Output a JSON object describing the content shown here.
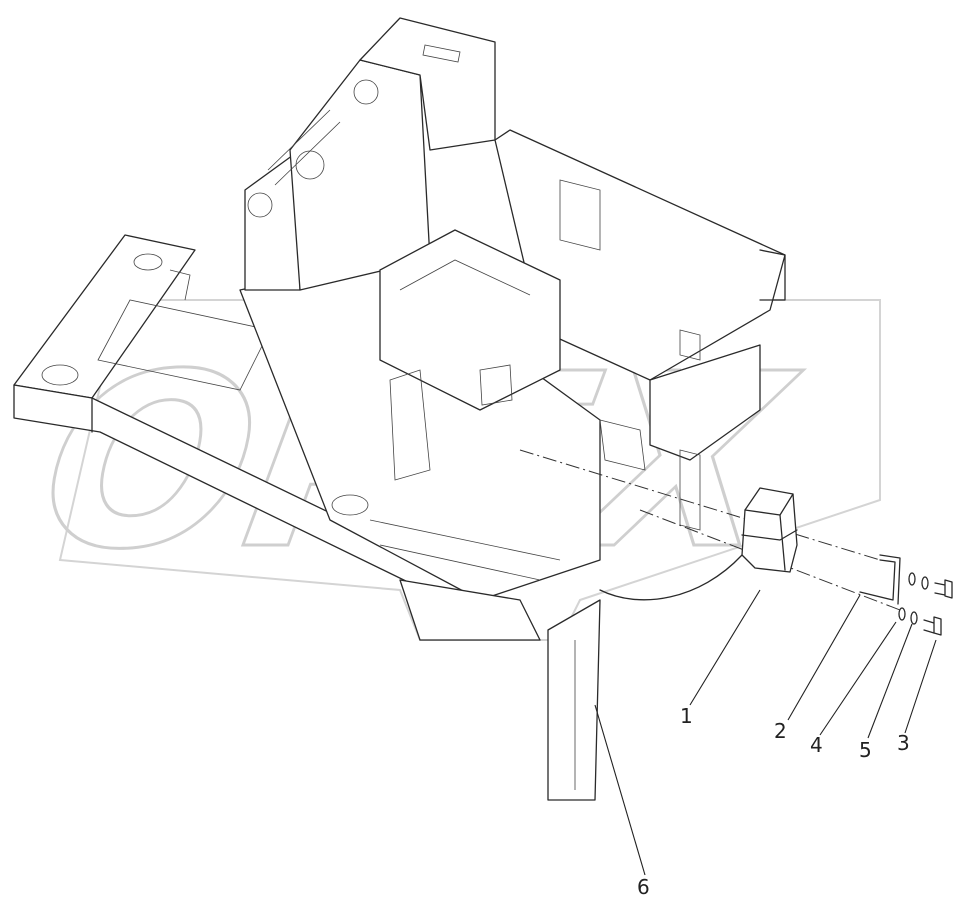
{
  "watermark": {
    "text": "OPEX"
  },
  "part_labels": [
    {
      "id": "1",
      "text": "1"
    },
    {
      "id": "2",
      "text": "2"
    },
    {
      "id": "4",
      "text": "4"
    },
    {
      "id": "5",
      "text": "5"
    },
    {
      "id": "3",
      "text": "3"
    },
    {
      "id": "6",
      "text": "6"
    }
  ]
}
